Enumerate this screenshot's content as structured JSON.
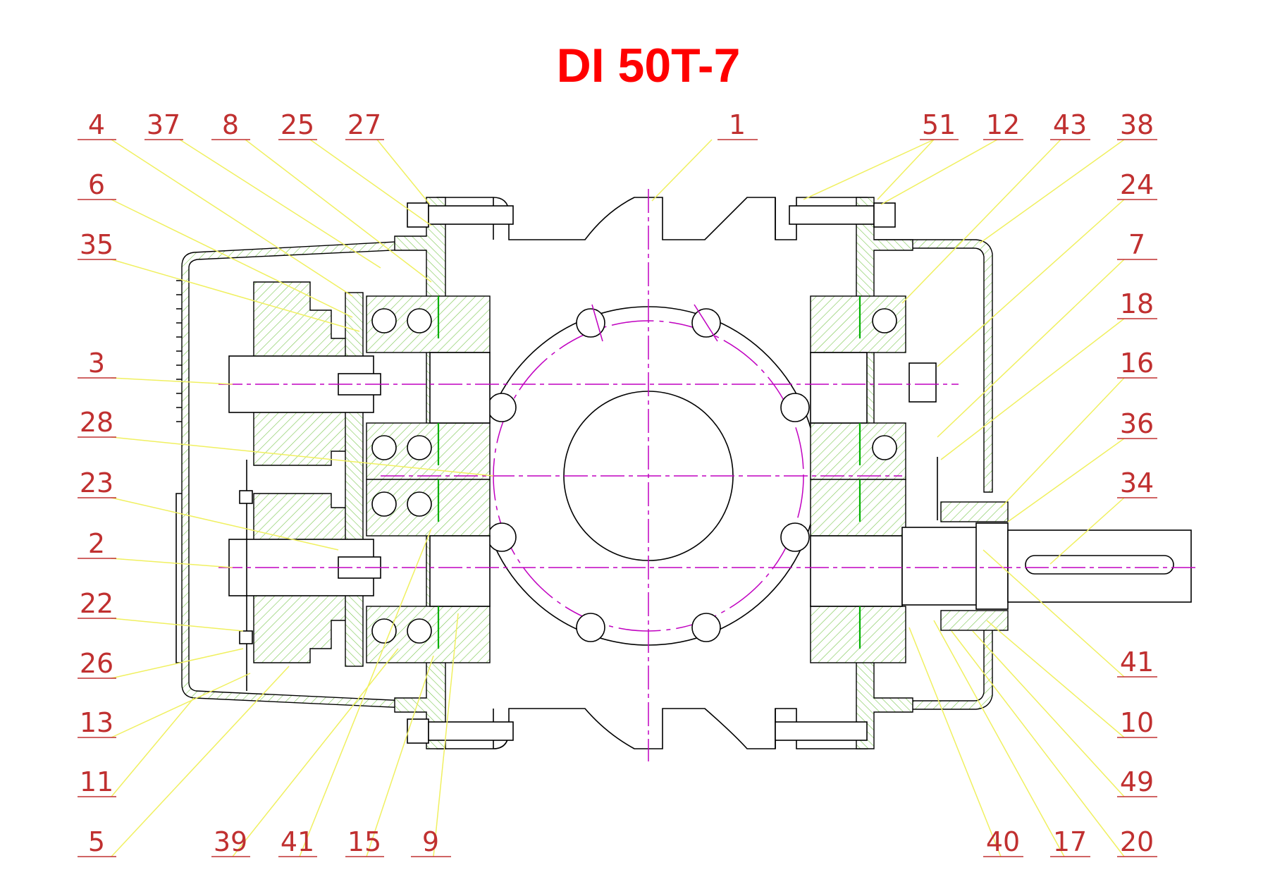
{
  "title": "DI 50T-7",
  "callouts_top": [
    "4",
    "37",
    "8",
    "25",
    "27",
    "1",
    "51",
    "12",
    "43",
    "38"
  ],
  "callouts_left": [
    "6",
    "35",
    "3",
    "28",
    "23",
    "2",
    "22",
    "26",
    "13",
    "11",
    "5"
  ],
  "callouts_right": [
    "24",
    "7",
    "18",
    "16",
    "36",
    "34",
    "41",
    "10",
    "49"
  ],
  "callouts_bottom": [
    "39",
    "41",
    "15",
    "9",
    "40",
    "17",
    "20"
  ],
  "colors": {
    "title": "#ff0000",
    "callout_text": "#c03030",
    "leader_lines": "#f0f060",
    "outline": "#000000",
    "center_lines": "#c000c0",
    "hatching": "#7ac74f",
    "seals": "#00b000"
  }
}
